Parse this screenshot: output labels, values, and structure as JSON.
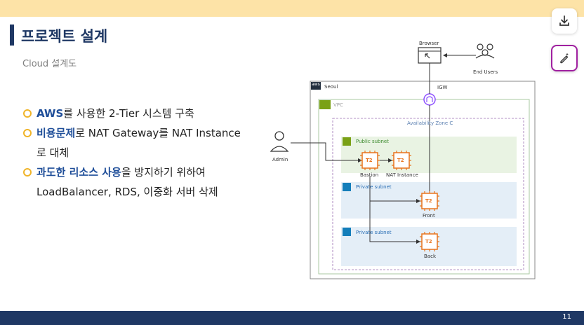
{
  "slide": {
    "title": "프로젝트 설계",
    "subtitle": "Cloud 설계도",
    "page_number": "11",
    "bullets": [
      {
        "highlight": "AWS",
        "text": "를 사용한 2-Tier 시스템 구축"
      },
      {
        "highlight": "비용문제",
        "text": "로 NAT Gateway를 NAT Instance",
        "continuation": "로 대체"
      },
      {
        "highlight": "과도한 리소스 사용",
        "text": "을 방지하기 위하여",
        "continuation": "LoadBalancer, RDS, 이중화 서버 삭제"
      }
    ]
  },
  "diagram": {
    "browser": "Browser",
    "end_users": "End Users",
    "region": "Seoul",
    "aws_logo": "aws",
    "igw": "IGW",
    "vpc": "VPC",
    "az": "Availability Zone C",
    "admin": "Admin",
    "public_subnet": "Public subnet",
    "private_subnet_1": "Private subnet",
    "private_subnet_2": "Private subnet",
    "instance_type": "T2",
    "bastion": "Bastion",
    "nat_instance": "NAT Instance",
    "front": "Front",
    "back": "Back"
  },
  "toolbar": {
    "icons": [
      "download-icon",
      "edit-sparkle-icon"
    ]
  },
  "colors": {
    "top_band": "#fde3a7",
    "bottom_band": "#1f3864",
    "accent_bullet": "#f0b429",
    "highlight_text": "#1f4e99",
    "public_subnet_bg": "#e9f3e3",
    "private_subnet_bg": "#e4eef7",
    "ec2_orange": "#e8731c"
  }
}
